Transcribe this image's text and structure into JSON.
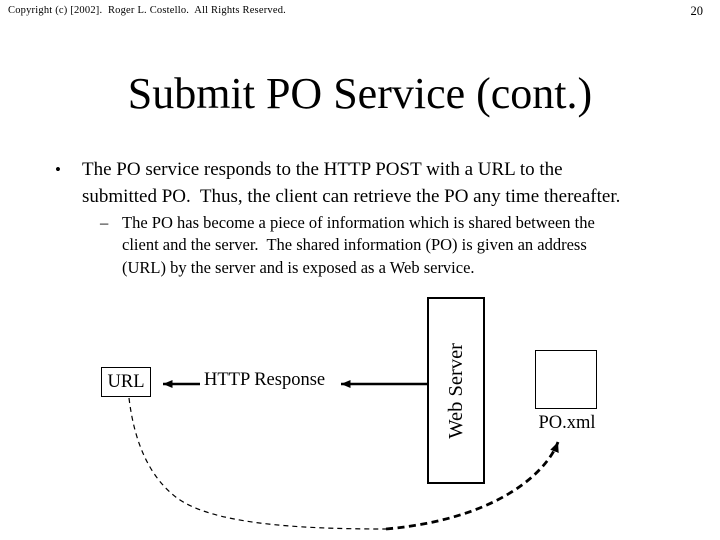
{
  "header": {
    "copyright": "Copyright (c) [2002].  Roger L. Costello.  All Rights Reserved.",
    "page_number": "20"
  },
  "title": "Submit PO Service (cont.)",
  "content": {
    "bullet": {
      "marker": "•",
      "lines": [
        "The PO service responds to the HTTP POST with a URL to the",
        "submitted PO.  Thus, the client can retrieve the PO any time thereafter."
      ]
    },
    "sub_bullet": {
      "marker": "–",
      "lines": [
        "The PO has become a piece of information which is shared between the",
        "client and the server.  The shared information (PO) is given an address",
        "(URL) by the server and is exposed as a Web service."
      ]
    }
  },
  "diagram": {
    "url_box_label": "URL",
    "response_arrow_label": "HTTP Response",
    "server_box_label": "Web Server",
    "file_box_label": "PO.xml"
  },
  "colors": {
    "background": "#ffffff",
    "ink": "#000000"
  }
}
